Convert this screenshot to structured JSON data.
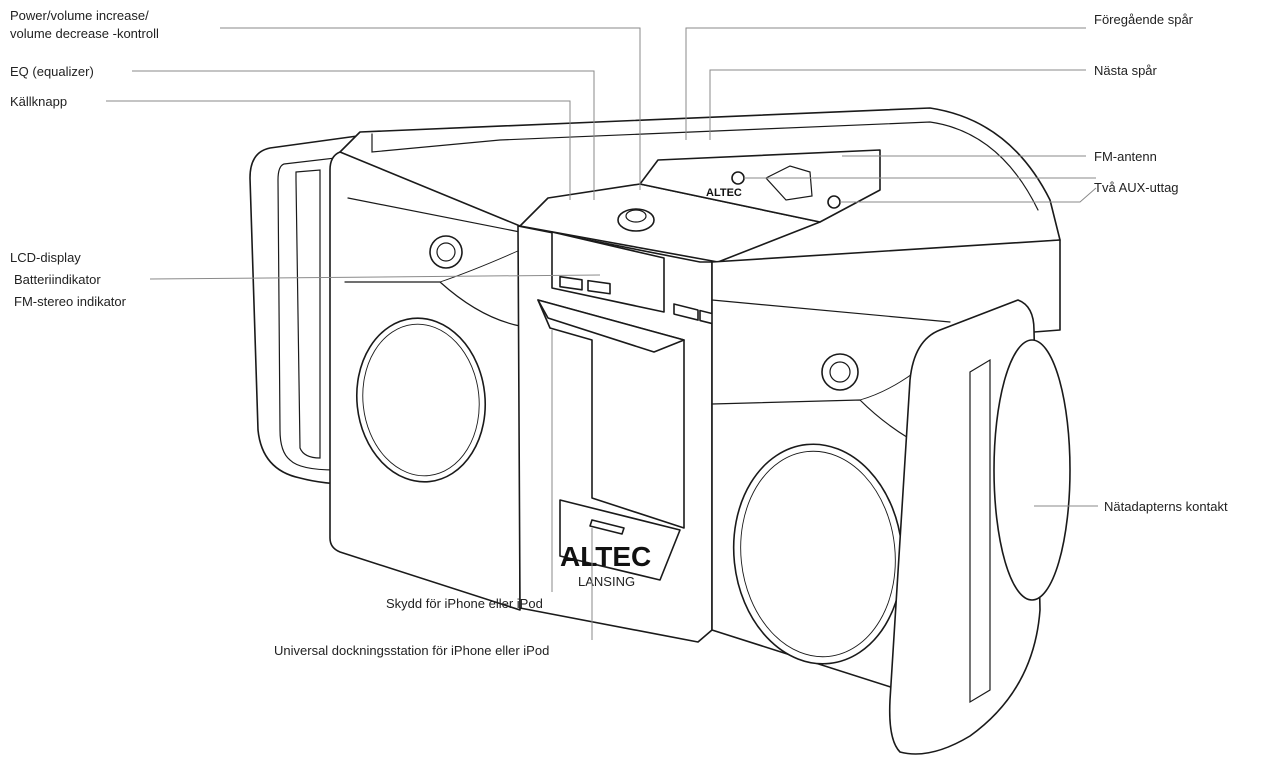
{
  "product": {
    "brand": "ALTEC",
    "sub_brand": "LANSING"
  },
  "callouts": {
    "power_volume_line1": "Power/volume increase/",
    "power_volume_line2": "volume decrease -kontroll",
    "eq": "EQ (equalizer)",
    "source": "Källknapp",
    "lcd_line1": "LCD-display",
    "lcd_line2": "Batteriindikator",
    "lcd_line3": "FM-stereo indikator",
    "previous_track": "Föregående spår",
    "next_track": "Nästa spår",
    "fm_antenna": "FM-antenn",
    "aux_inputs": "Två AUX-uttag",
    "power_adapter": "Nätadapterns kontakt",
    "iphone_cover": "Skydd för iPhone eller iPod",
    "universal_dock": "Universal dockningsstation för iPhone eller iPod"
  }
}
